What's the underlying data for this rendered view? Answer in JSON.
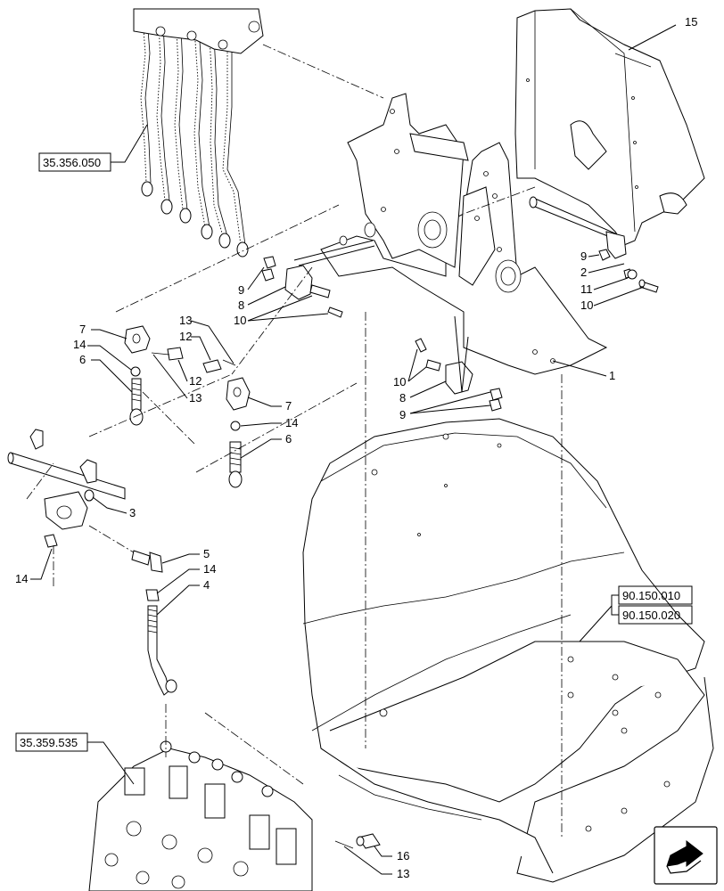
{
  "references": {
    "top_left": "35.356.050",
    "bottom_left": "35.359.535",
    "right_top": "90.150.010",
    "right_bottom": "90.150.020"
  },
  "callouts": {
    "c15": "15",
    "c1": "1",
    "c9_right": "9",
    "c2": "2",
    "c11": "11",
    "c10_right": "10",
    "c9_mid": "9",
    "c8_mid": "8",
    "c10_mid": "10",
    "c10_low": "10",
    "c8_low": "8",
    "c9_low": "9",
    "c13_top": "13",
    "c12_top": "12",
    "c12_mid": "12",
    "c13_mid": "13",
    "c7_left": "7",
    "c14_left": "14",
    "c6_left": "6",
    "c7_right": "7",
    "c14_right": "14",
    "c6_right": "6",
    "c3": "3",
    "c5": "5",
    "c14_low": "14",
    "c4": "4",
    "c14_far": "14",
    "c16": "16",
    "c13_bottom": "13"
  },
  "nav_icon": "next-page-arrow-icon"
}
